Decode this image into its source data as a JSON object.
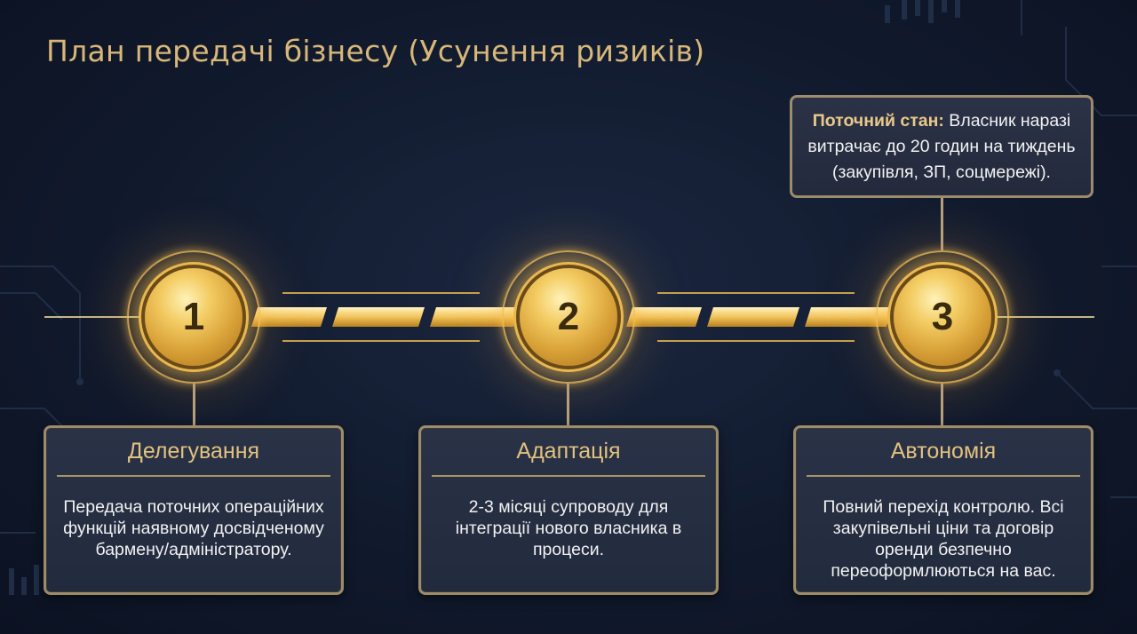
{
  "title": "План передачі бізнесу (Усунення ризиків)",
  "accent_color": "#d8b779",
  "steps": [
    {
      "number": "1",
      "title": "Делегування",
      "text": "Передача поточних операційних функцій наявному досвідченому бармену/адміністратору."
    },
    {
      "number": "2",
      "title": "Адаптація",
      "text": "2-3 місяці супроводу для інтеграції нового власника в процеси."
    },
    {
      "number": "3",
      "title": "Автономія",
      "text": "Повний перехід контролю. Всі закупівельні ціни та договір оренди безпечно переоформлюються на вас."
    }
  ],
  "note": {
    "label": "Поточний стан:",
    "text": " Власник наразі витрачає до 20 годин на тиждень (закупівля, ЗП, соцмережі)."
  }
}
